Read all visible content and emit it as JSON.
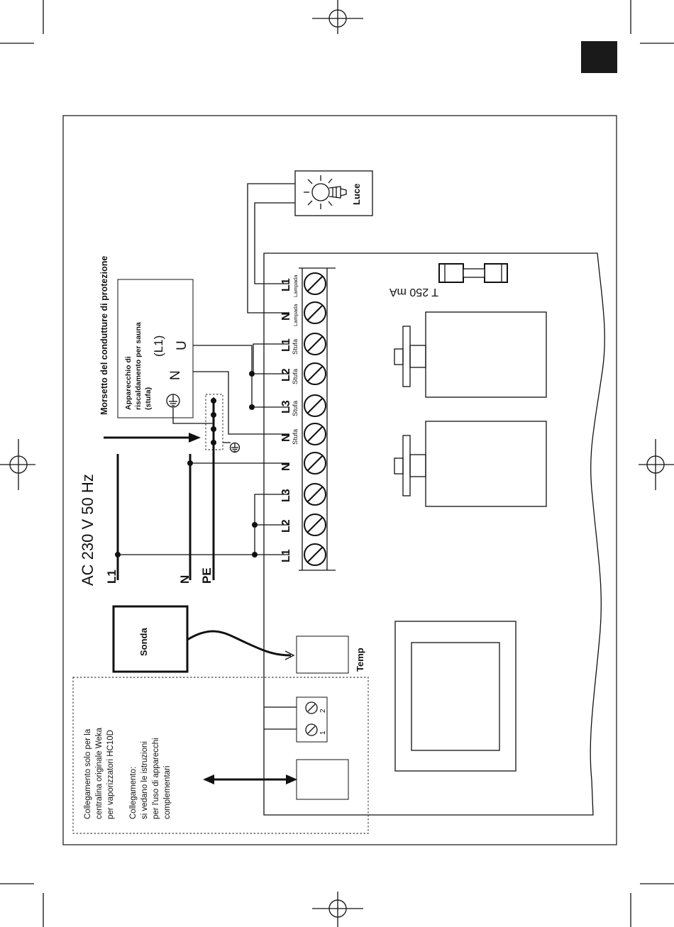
{
  "supply": {
    "title": "AC 230 V 50 Hz",
    "l1": "L1",
    "n": "N",
    "pe": "PE"
  },
  "protection_terminal": "Morsetto del condutture di protezione",
  "heater_box": {
    "line1": "Apparecchio di",
    "line2": "riscaldamento per sauna",
    "line3": "(stufa)",
    "n": "N",
    "l1": "(L1)",
    "u": "U"
  },
  "terminals": [
    {
      "label": "L1",
      "sub": ""
    },
    {
      "label": "L2",
      "sub": ""
    },
    {
      "label": "L3",
      "sub": ""
    },
    {
      "label": "N",
      "sub": ""
    },
    {
      "label": "N",
      "sub": "Stufa"
    },
    {
      "label": "L3",
      "sub": "Stufa"
    },
    {
      "label": "L2",
      "sub": "Stufa"
    },
    {
      "label": "L1",
      "sub": "Stufa"
    },
    {
      "label": "N",
      "sub": "Lampada"
    },
    {
      "label": "L1",
      "sub": "Lampada"
    }
  ],
  "lamp_label": "Luce",
  "fuse_label": "T 250 mA",
  "sensor_label": "Sonda",
  "temp_label": "Temp",
  "small_terminals": [
    "1",
    "2"
  ],
  "notes": {
    "a1": "Collegamento solo per la",
    "a2": "centralina originale Weka",
    "a3": "per vaporizzatori HC10D",
    "b1": "Collegamento:",
    "b2": "si vedano le istruzioni",
    "b3": "per l'uso di apparecchi",
    "b4": "complementari"
  }
}
